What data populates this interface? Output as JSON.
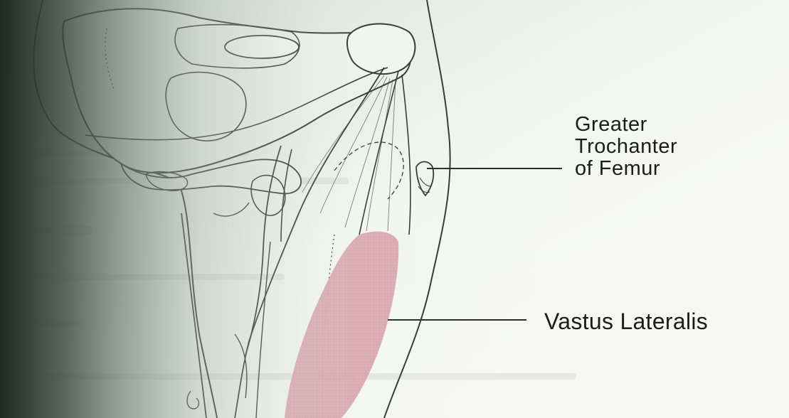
{
  "labels": {
    "greater_trochanter": {
      "line1": "Greater",
      "line2": "Trochanter",
      "line3": "of Femur"
    },
    "vastus_lateralis": "Vastus Lateralis"
  },
  "colors": {
    "paper": "#f2f4f2",
    "ink": "#2a2a2a",
    "muscle_highlight": "#d9a4ad",
    "shadow": "#1f2a24"
  }
}
